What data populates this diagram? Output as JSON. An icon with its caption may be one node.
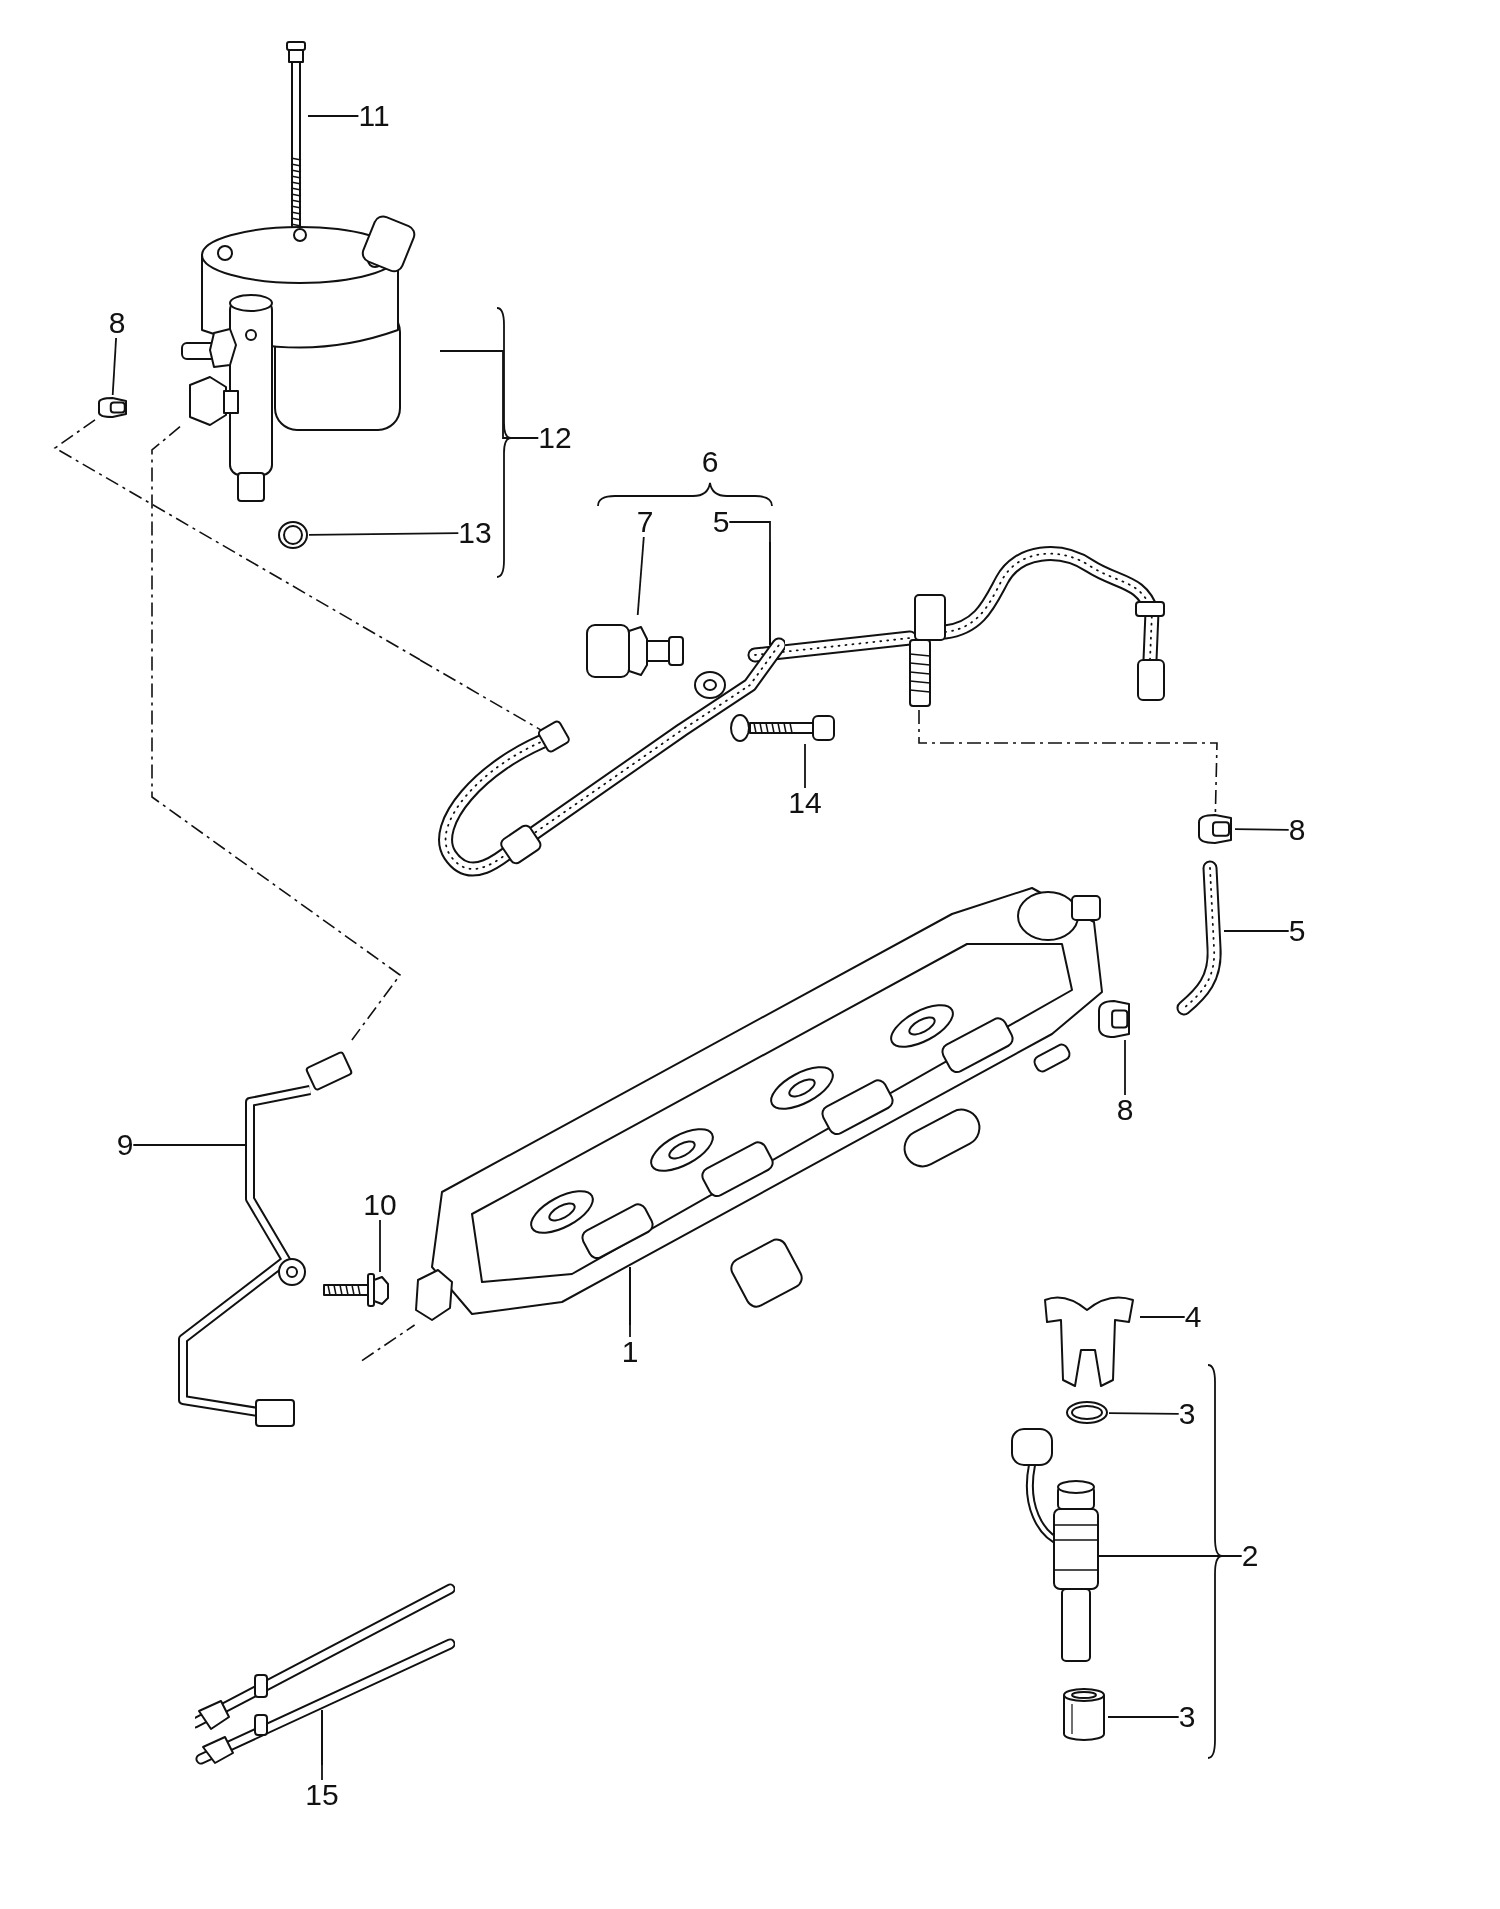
{
  "diagram": {
    "nodes": [
      {
        "text": [
          "11"
        ]
      },
      {
        "text": [],
        "shape": "picture"
      },
      {
        "text": [
          "8"
        ]
      },
      {
        "text": [],
        "shape": "picture"
      },
      {
        "text": [
          "12"
        ]
      },
      {
        "text": [],
        "shape": "picture"
      },
      {
        "text": [
          "13"
        ]
      },
      {
        "text": [],
        "shape": "picture"
      },
      {
        "text": [
          "7"
        ]
      },
      {
        "text": [
          "5"
        ]
      },
      {
        "text": [],
        "shape": "picture"
      },
      {
        "text": [],
        "shape": "picture"
      },
      {
        "text": [],
        "shape": "picture"
      },
      {
        "text": [
          "14"
        ]
      },
      {
        "text": [],
        "shape": "picture"
      },
      {
        "text": [
          "8"
        ]
      },
      {
        "text": [],
        "shape": "picture"
      },
      {
        "text": [
          "5"
        ]
      },
      {
        "text": [],
        "shape": "picture"
      },
      {
        "text": [
          "8"
        ]
      },
      {
        "text": [],
        "shape": "picture"
      },
      {
        "text": [
          "9"
        ]
      },
      {
        "text": [],
        "shape": "picture"
      },
      {
        "text": [
          "10"
        ]
      },
      {
        "text": [],
        "shape": "picture"
      },
      {
        "text": [
          "1"
        ]
      },
      {
        "text": [],
        "shape": "picture"
      },
      {
        "text": [
          "4"
        ]
      },
      {
        "text": [],
        "shape": "picture"
      },
      {
        "text": [
          "3"
        ]
      },
      {
        "text": [],
        "shape": "picture"
      },
      {
        "text": [
          "2"
        ]
      },
      {
        "text": [],
        "shape": "picture"
      },
      {
        "text": [
          "3"
        ]
      },
      {
        "text": [],
        "shape": "cylinder"
      },
      {
        "text": [
          "15"
        ]
      },
      {
        "text": [],
        "shape": "picture"
      }
    ],
    "edges": [
      {
        "from": 0,
        "to": 1,
        "arrow": "none"
      },
      {
        "from": 2,
        "to": 3,
        "arrow": "none"
      },
      {
        "from": 4,
        "to": 5,
        "arrow": "none"
      },
      {
        "from": 6,
        "to": 7,
        "arrow": "none"
      },
      {
        "from": 8,
        "to": 10,
        "arrow": "none"
      },
      {
        "from": 9,
        "to": 11,
        "arrow": "none"
      },
      {
        "from": 13,
        "to": 14,
        "arrow": "none"
      },
      {
        "from": 15,
        "to": 16,
        "arrow": "none"
      },
      {
        "from": 17,
        "to": 18,
        "arrow": "none"
      },
      {
        "from": 19,
        "to": 20,
        "arrow": "none"
      },
      {
        "from": 21,
        "to": 22,
        "arrow": "none"
      },
      {
        "from": 23,
        "to": 24,
        "arrow": "none"
      },
      {
        "from": 25,
        "to": 26,
        "arrow": "none"
      },
      {
        "from": 27,
        "to": 28,
        "arrow": "none"
      },
      {
        "from": 29,
        "to": 30,
        "arrow": "none"
      },
      {
        "from": 31,
        "to": 32,
        "arrow": "none"
      },
      {
        "from": 33,
        "to": 34,
        "arrow": "none"
      },
      {
        "from": 35,
        "to": 36,
        "arrow": "none"
      },
      {
        "from": 3,
        "to": 12,
        "arrow": "none",
        "style": "dashed"
      },
      {
        "from": 5,
        "to": 22,
        "arrow": "none",
        "style": "dashed"
      },
      {
        "from": 22,
        "to": 26,
        "arrow": "none",
        "style": "dashed"
      },
      {
        "from": 11,
        "to": 16,
        "arrow": "none",
        "style": "dashed"
      }
    ],
    "labels": [
      "6"
    ]
  }
}
